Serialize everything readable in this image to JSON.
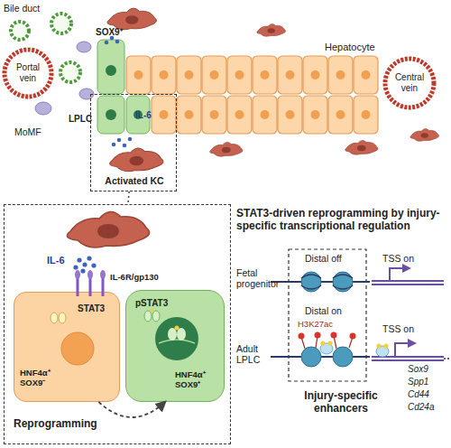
{
  "diagram": {
    "nodes": [
      {
        "text": [
          "Portal vein"
        ]
      },
      {
        "text": [
          "Central vein"
        ]
      },
      {
        "text": [
          "Activated KC"
        ]
      },
      {
        "text": [
          "Reprogramming"
        ]
      },
      {
        "text": [
          "STAT3",
          "HNF4α⁺ SOX9⁻"
        ],
        "in": 3
      },
      {
        "text": [
          "pSTAT3",
          "HNF4α⁺ SOX9⁺"
        ],
        "in": 3
      }
    ],
    "edges": [
      {
        "from": 2,
        "to": 3,
        "arrow": "none"
      },
      {
        "from": 4,
        "to": 5,
        "arrow": "to"
      }
    ],
    "labels": [
      "Bile duct",
      "Hepatocyte",
      "MoMF",
      "SOX9⁺",
      "LPLC",
      "IL-6",
      "STAT3-driven reprogramming by injury-specific transcriptional regulation",
      "IL-6",
      "IL-6R/gp130",
      "Fetal progenitor",
      "Distal off",
      "TSS on",
      "Adult LPLC",
      "Distal on",
      "H3K27ac",
      "TSS on",
      "Injury-specific enhancers",
      "Sox9",
      "Spp1",
      "Cd44",
      "Cd24a"
    ]
  }
}
